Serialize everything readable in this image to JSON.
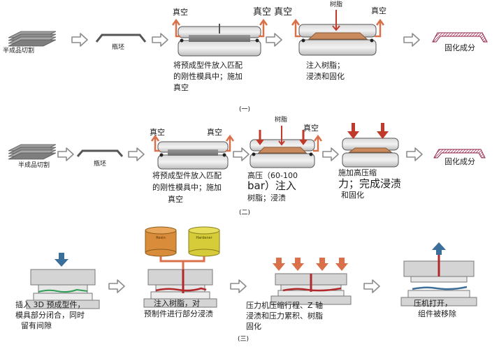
{
  "process1": {
    "cut_label": "半成品切割",
    "preform_label": "瓶坯",
    "vacuum_a": "真空",
    "vacuum_b": "真空 真空",
    "resin_label": "树脂",
    "vacuum_c": "真空",
    "step2_line1": "将预成型件放入匹配",
    "step2_line2": "的刚性模具中；施加",
    "step2_line3": "真空",
    "step3_line1": "注入树脂；",
    "step3_line2": "浸渍和固化",
    "cure_label": "固化成分",
    "caption": "(一)"
  },
  "process2": {
    "cut_label": "半成品切割",
    "preform_label": "瓶坯",
    "vacuum_a": "真空",
    "vacuum_b": "真空",
    "resin_label": "树脂",
    "vacuum_c": "真空",
    "step2_line1": "将预成型件放入匹配",
    "step2_line2": "的刚性模具中；施加",
    "step2_line3": "真空",
    "step3_line1": "高压（60-100",
    "step3_line2": "bar）注入",
    "step3_line3": "树脂；浸渍",
    "step4_line1": "施加高压缩",
    "step4_line2": "力；完成浸渍",
    "step4_line3": "和固化",
    "cure_label": "固化成分",
    "caption": "(二)"
  },
  "process3": {
    "resin_tank": "Resin",
    "hardener_tank": "Hardener",
    "step1_line1": "插入 3D 预成型件，",
    "step1_line2": "模具部分闭合，同时",
    "step1_line3": "留有间隙",
    "step2_line1": "注入树脂，对",
    "step2_line2": "预制件进行部分浸渍",
    "step3_line1": "压力机压缩行程、Z 轴",
    "step3_line2": "浸渍和压力累积、树脂",
    "step3_line3": "固化",
    "step4_line1": "压机打开，",
    "step4_line2": "组件被移除",
    "caption": "(三)"
  },
  "colors": {
    "flow_arrow": "#8c8c8c",
    "vacuum_arrow": "#d9704a",
    "press_arrow": "#c0392b",
    "resin": "#c98a5e",
    "tank_resin": "#d98c3a",
    "tank_hardener": "#d6cc3a",
    "lift_arrow": "#3b6f9a",
    "product": "#d35a7a"
  }
}
